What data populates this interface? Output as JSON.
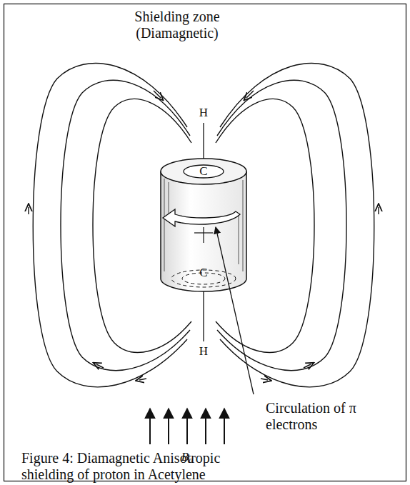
{
  "diagram": {
    "caption": "Figure 4: Diamagnetic Anisotropic shielding of proton in Acetylene",
    "labels": [
      "Shielding zone (Diamagnetic)",
      "H",
      "C",
      "C",
      "H",
      "Circulation of π electrons",
      "B₀"
    ]
  }
}
